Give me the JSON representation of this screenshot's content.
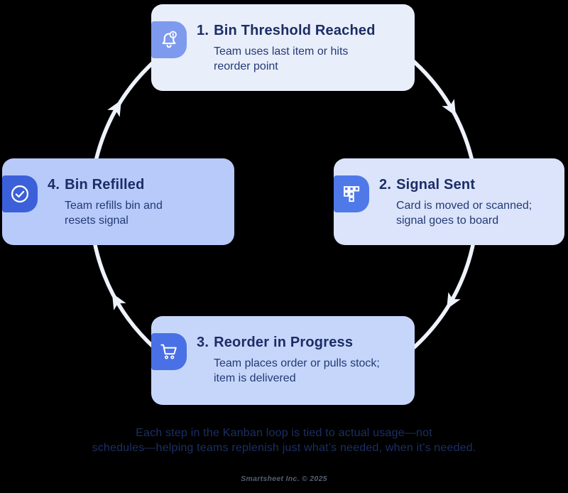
{
  "page": {
    "background": "#000000",
    "caption": {
      "line1": "Each step in the Kanban loop is tied to actual usage—not",
      "line2": "schedules—helping teams replenish just what’s needed, when it’s needed.",
      "color": "#1a2f63"
    },
    "footer": {
      "text": "Smartsheet Inc. © 2025",
      "color": "#566070"
    }
  },
  "diagram": {
    "arrow_color": "#eef2fa",
    "title_color": "#1b2d64",
    "desc_color": "#223a74",
    "icon_stroke": "#ffffff",
    "steps": [
      {
        "number": "1.",
        "title": "Bin Threshold Reached",
        "description": [
          "Team uses last item or hits",
          "reorder point"
        ],
        "icon": "bell-alert-icon",
        "card_bg": "#e9eefb",
        "tile_bg": "#7d9aee"
      },
      {
        "number": "2.",
        "title": "Signal Sent",
        "description": [
          "Card is moved or scanned;",
          "signal goes to board"
        ],
        "icon": "kanban-board-icon",
        "card_bg": "#dbe4fb",
        "tile_bg": "#4f79e8"
      },
      {
        "number": "3.",
        "title": "Reorder in Progress",
        "description": [
          "Team places order or pulls stock;",
          "item is delivered"
        ],
        "icon": "shopping-cart-icon",
        "card_bg": "#c6d6fb",
        "tile_bg": "#4a70e5"
      },
      {
        "number": "4.",
        "title": "Bin Refilled",
        "description": [
          "Team refills bin and",
          "resets signal"
        ],
        "icon": "check-circle-icon",
        "card_bg": "#b7cafa",
        "tile_bg": "#3c60da"
      }
    ]
  }
}
